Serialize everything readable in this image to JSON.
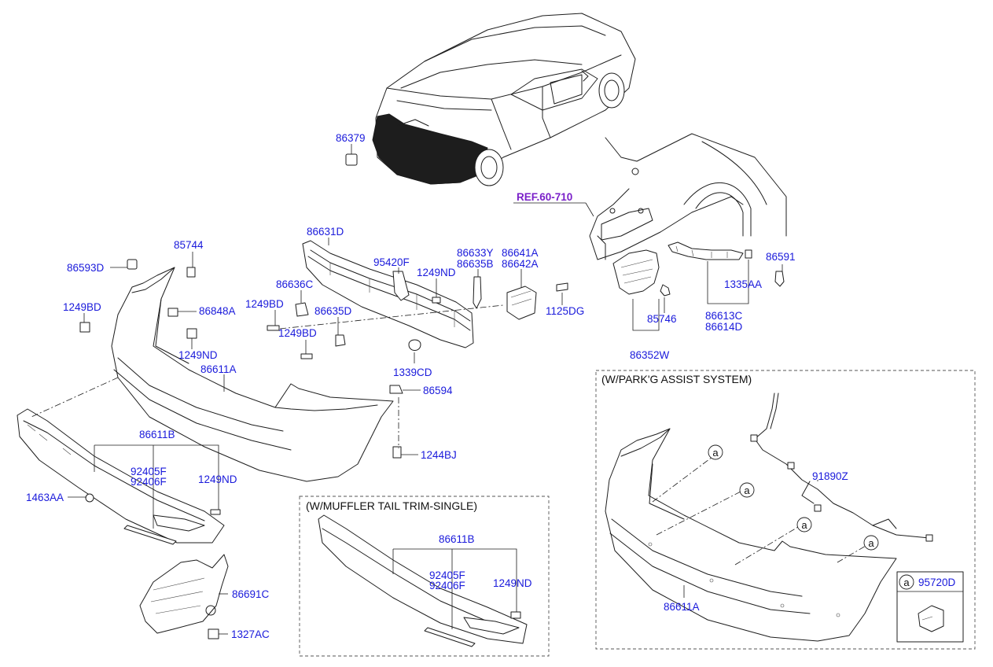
{
  "parts": {
    "p86379": "86379",
    "p86631D": "86631D",
    "p85744": "85744",
    "p86593D": "86593D",
    "p1249BD_a": "1249BD",
    "p86848A": "86848A",
    "p1249ND_a": "1249ND",
    "p86611A_a": "86611A",
    "p86636C": "86636C",
    "p1249BD_b": "1249BD",
    "p86635D": "86635D",
    "p1249BD_c": "1249BD",
    "p95420F": "95420F",
    "p1249ND_b": "1249ND",
    "p86633Y": "86633Y",
    "p86635B": "86635B",
    "p86641A": "86641A",
    "p86642A": "86642A",
    "p1125DG": "1125DG",
    "p1339CD": "1339CD",
    "p86594": "86594",
    "p1244BJ": "1244BJ",
    "p86611B_a": "86611B",
    "p92405F_a": "92405F",
    "p92406F_a": "92406F",
    "p1249ND_c": "1249ND",
    "p1463AA": "1463AA",
    "p86691C": "86691C",
    "p1327AC": "1327AC",
    "p86591": "86591",
    "p1335AA": "1335AA",
    "p86613C": "86613C",
    "p86614D": "86614D",
    "p85746": "85746",
    "p86352W": "86352W",
    "p86611B_b": "86611B",
    "p92405F_b": "92405F",
    "p92406F_b": "92406F",
    "p1249ND_d": "1249ND",
    "p91890Z": "91890Z",
    "p86611A_b": "86611A",
    "p95720D": "95720D"
  },
  "ref_label": "REF.60-710",
  "sections": {
    "muffler": "(W/MUFFLER TAIL TRIM-SINGLE)",
    "parking": "(W/PARK'G ASSIST SYSTEM)"
  },
  "callout_letter": "a",
  "colors": {
    "part_number": "#1a1adb",
    "reference": "#7a1fc9",
    "line_art": "#1d1d1d"
  }
}
